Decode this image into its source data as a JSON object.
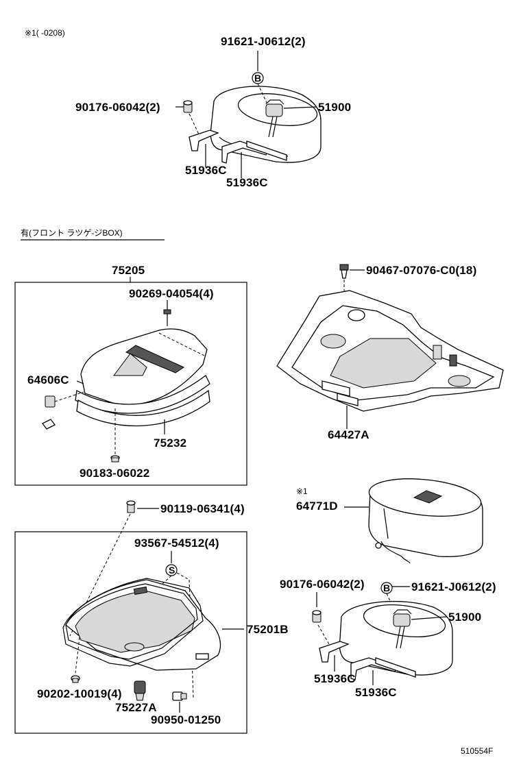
{
  "section_top": {
    "note_label": "※1(  -0208)",
    "parts": {
      "bolt_top": "91621-J0612(2)",
      "bolt_b_marker": "B",
      "nut": "90176-06042(2)",
      "jack": "51900",
      "bracket_1": "51936C",
      "bracket_2": "51936C"
    }
  },
  "section_box": {
    "heading": "有(フロント ラツゲ-ジBOX)",
    "group_75205": "75205",
    "screw_4054": "90269-04054(4)",
    "clip_64606": "64606C",
    "lid_75232": "75232",
    "grommet_90183": "90183-06022",
    "clip_90467": "90467-07076-C0(18)",
    "mat_64427": "64427A",
    "star_note": "※1",
    "cover_64771": "64771D",
    "bolt_90119": "90119-06341(4)",
    "screw_93567": "93567-54512(4)",
    "s_marker": "S",
    "box_75201": "75201B",
    "clip_90202": "90202-10019(4)",
    "bumper_75227": "75227A",
    "plug_90950": "90950-01250",
    "nut2": "90176-06042(2)",
    "b_marker2": "B",
    "bolt2": "91621-J0612(2)",
    "jack2": "51900",
    "bracket2_1": "51936C",
    "bracket2_2": "51936C"
  },
  "diagram_code": "510554F"
}
